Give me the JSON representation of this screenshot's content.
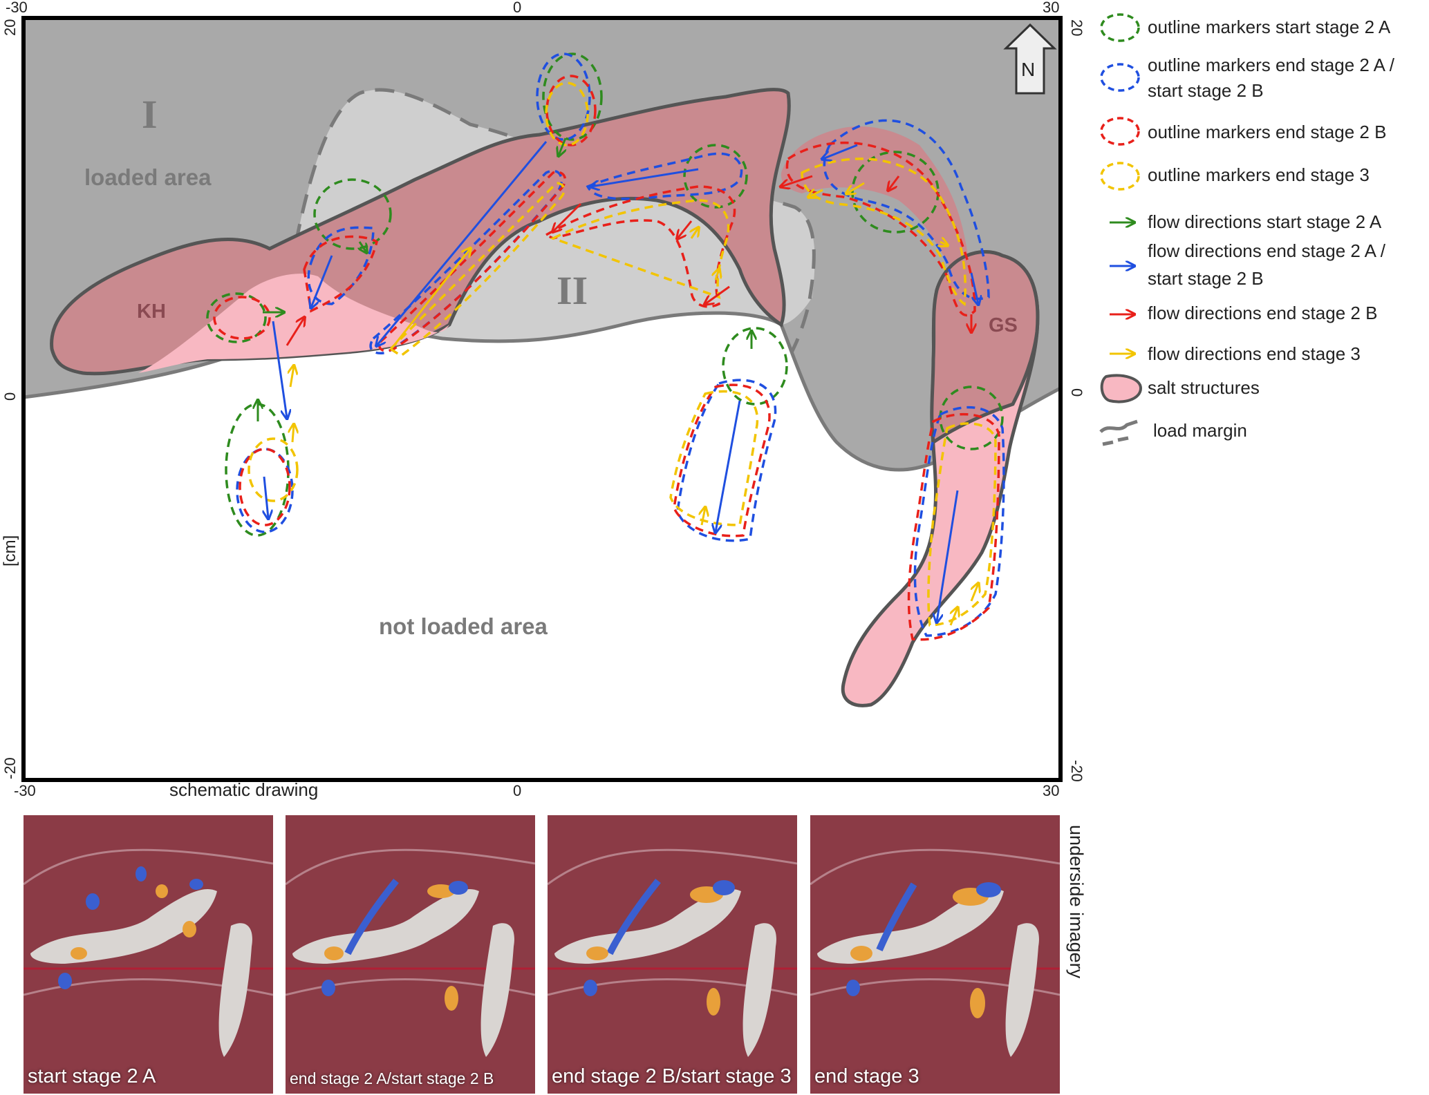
{
  "colors": {
    "loaded_gray": "#a9a9a9",
    "zone2_gray": "#cfcfcf",
    "salt_dark": "#c98a8f",
    "salt_light": "#f8b8c2",
    "outline": "#555555",
    "start_2a": "#2e8b1e",
    "end_2a": "#1f4fe0",
    "end_2b": "#e8201a",
    "end_3": "#f2c400"
  },
  "axes": {
    "top_ticks": [
      "-30",
      "0",
      "30"
    ],
    "bottom_ticks": [
      "-30",
      "0",
      "30"
    ],
    "left_ticks": [
      "20",
      "0",
      "-20"
    ],
    "right_ticks": [
      "20",
      "0",
      "-20"
    ],
    "unit": "[cm]",
    "bottom_caption": "schematic drawing"
  },
  "labels": {
    "zone_1": "I",
    "zone_2": "II",
    "loaded_area": "loaded area",
    "not_loaded_area": "not loaded area",
    "kh": "KH",
    "gs": "GS",
    "north": "N"
  },
  "legend": [
    {
      "label_line1": "outline markers start stage 2 A",
      "label_line2": "",
      "icon": "dashed-outline-green"
    },
    {
      "label_line1": "outline markers end stage 2 A /",
      "label_line2": "start stage 2 B",
      "icon": "dashed-outline-blue"
    },
    {
      "label_line1": "outline markers end stage 2 B",
      "label_line2": "",
      "icon": "dashed-outline-red"
    },
    {
      "label_line1": "outline markers end stage 3",
      "label_line2": "",
      "icon": "dashed-outline-yellow"
    },
    {
      "label_line1": "flow directions start stage 2 A",
      "label_line2": "",
      "icon": "arrow-green"
    },
    {
      "label_line1": "flow directions end stage 2 A /",
      "label_line2": "start stage 2 B",
      "icon": "arrow-blue"
    },
    {
      "label_line1": "flow directions end stage 2 B",
      "label_line2": "",
      "icon": "arrow-red"
    },
    {
      "label_line1": "flow directions end stage 3",
      "label_line2": "",
      "icon": "arrow-yellow"
    },
    {
      "label_line1": "salt structures",
      "label_line2": "",
      "icon": "salt-structure-swatch"
    },
    {
      "label_line1": "load margin",
      "label_line2": "",
      "icon": "load-margin-line"
    }
  ],
  "photos": [
    {
      "caption": "start stage 2 A"
    },
    {
      "caption": "end stage 2 A/start stage 2 B"
    },
    {
      "caption": "end stage 2 B/start stage 3"
    },
    {
      "caption": "end stage 3"
    }
  ],
  "side_label": "underside imagery"
}
